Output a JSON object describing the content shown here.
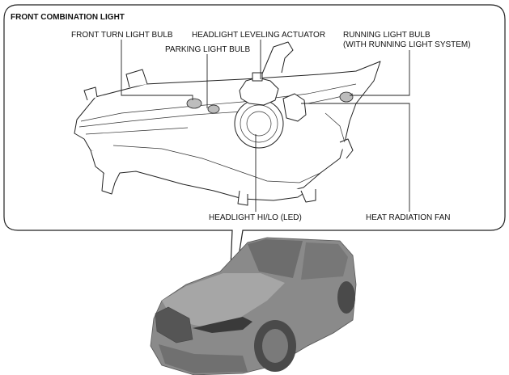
{
  "title": "FRONT COMBINATION LIGHT",
  "labels": {
    "front_turn_light_bulb": "FRONT TURN LIGHT BULB",
    "headlight_leveling_actuator": "HEADLIGHT LEVELING ACTUATOR",
    "parking_light_bulb": "PARKING LIGHT BULB",
    "running_light_bulb_line1": "RUNNING LIGHT BULB",
    "running_light_bulb_line2": "(WITH RUNNING LIGHT SYSTEM)",
    "headlight_hi_lo_led": "HEADLIGHT HI/LO (LED)",
    "heat_radiation_fan": "HEAT RADIATION FAN"
  }
}
